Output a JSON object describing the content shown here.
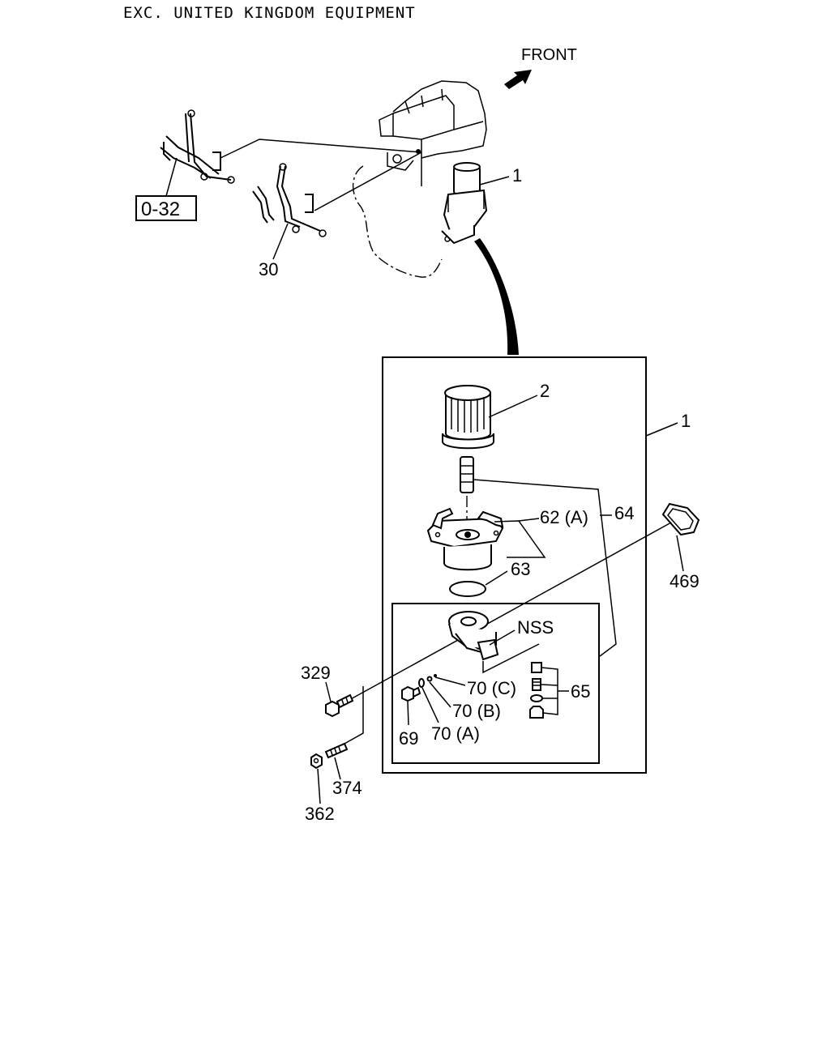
{
  "header": {
    "title": "EXC. UNITED KINGDOM EQUIPMENT"
  },
  "orientation": {
    "label": "FRONT"
  },
  "ref_box": {
    "label": "0-32"
  },
  "callouts": {
    "c1_top": "1",
    "c1_box": "1",
    "c2": "2",
    "c30": "30",
    "c62a": "62 (A)",
    "c64": "64",
    "c63": "63",
    "c469": "469",
    "nss": "NSS",
    "c329": "329",
    "c70c": "70 (C)",
    "c70b": "70 (B)",
    "c70a": "70 (A)",
    "c65": "65",
    "c69": "69",
    "c374": "374",
    "c362": "362"
  }
}
